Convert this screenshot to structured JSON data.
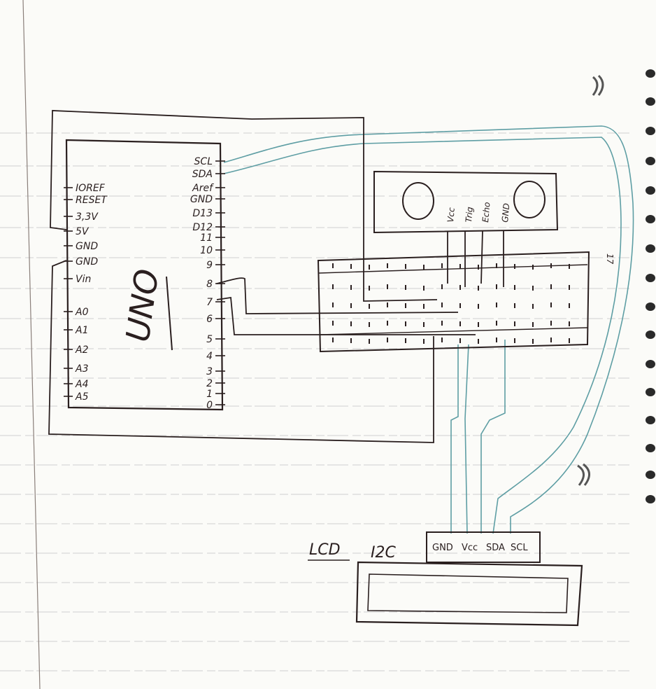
{
  "arduino": {
    "name": "UNO",
    "left_pins": [
      "IOREF",
      "RESET",
      "3,3V",
      "5V",
      "GND",
      "GND",
      "Vin",
      "A0",
      "A1",
      "A2",
      "A3",
      "A4",
      "A5"
    ],
    "right_pins": [
      "SCL",
      "SDA",
      "Aref",
      "GND",
      "D13",
      "D12",
      "11",
      "10",
      "9",
      "8",
      "7",
      "6",
      "5",
      "4",
      "3",
      "2",
      "1",
      "0"
    ]
  },
  "sensor": {
    "pins": [
      "Vcc",
      "Trig",
      "Echo",
      "GND"
    ]
  },
  "breadboard": {
    "label": "17"
  },
  "lcd": {
    "label": "LCD",
    "interface": "I2C",
    "pins": [
      "GND",
      "Vcc",
      "SDA",
      "SCL"
    ]
  },
  "colors": {
    "ink": "#2a1f1f",
    "wire_teal": "#5e9ea4",
    "paper": "#fbfbf8",
    "rule_line": "#c9c9c9",
    "margin_line": "#8a7f7a"
  }
}
